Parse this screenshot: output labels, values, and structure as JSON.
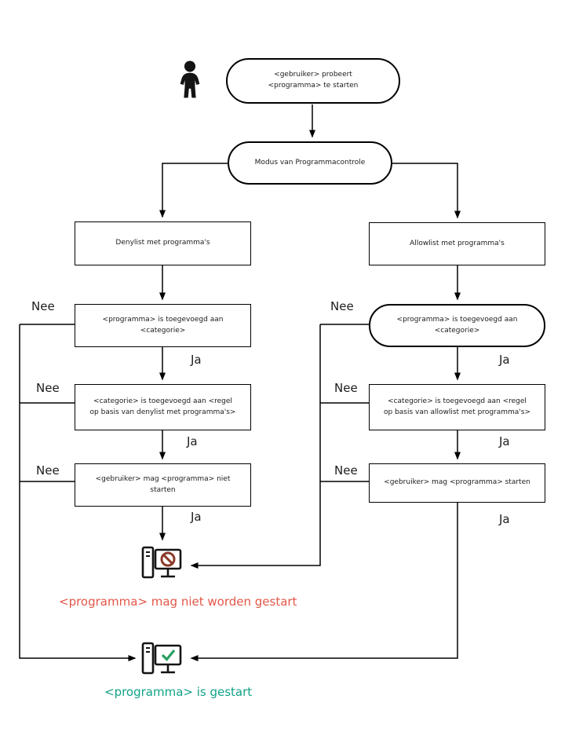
{
  "flow": {
    "start": "<gebruiker> probeert <programma> te starten",
    "mode": "Modus van Programmacontrole",
    "deny": {
      "title": "Denylist met programma's",
      "check_program": "<programma> is toegevoegd aan <categorie>",
      "check_category": "<categorie> is toegevoegd aan <regel op basis van denylist met programma's>",
      "result": "<gebruiker> mag <programma> niet starten"
    },
    "allow": {
      "title": "Allowlist met programma's",
      "check_program": "<programma> is toegevoegd aan <categorie>",
      "check_category": "<categorie> is toegevoegd aan <regel op basis van allowlist met programma's>",
      "result": "<gebruiker> mag <programma> starten"
    },
    "yes": "Ja",
    "no": "Nee",
    "blocked_caption": "<programma> mag niet worden gestart",
    "started_caption": "<programma> is gestart",
    "colors": {
      "blocked_text": "#e25749",
      "started_text": "#12a287",
      "prohibition_sign": "#8c3a2a",
      "check_sign": "#27a05f",
      "lines": "#000000"
    }
  }
}
